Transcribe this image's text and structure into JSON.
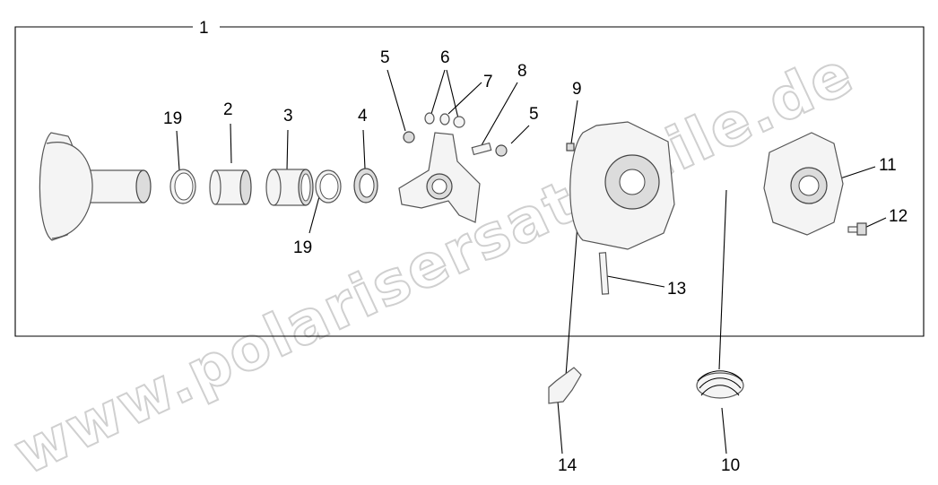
{
  "watermark": "www.polarisersatzteile.de",
  "callouts": {
    "c1": "1",
    "c2": "2",
    "c3": "3",
    "c4": "4",
    "c5a": "5",
    "c5b": "5",
    "c6": "6",
    "c7": "7",
    "c8": "8",
    "c9": "9",
    "c10": "10",
    "c11": "11",
    "c12": "12",
    "c13": "13",
    "c14": "14",
    "c19a": "19",
    "c19b": "19"
  }
}
